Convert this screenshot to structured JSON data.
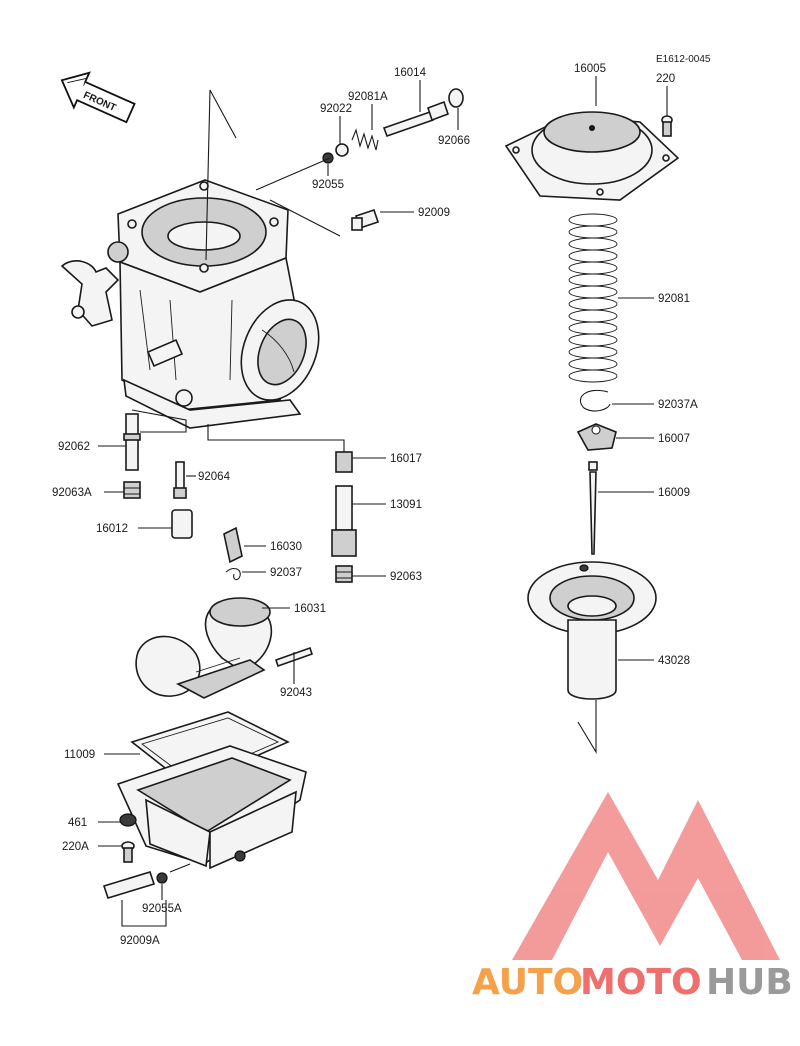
{
  "diagram_code": "E1612-0045",
  "front_label": "FRONT",
  "labels": {
    "p16014": "16014",
    "p92081A": "92081A",
    "p92022": "92022",
    "p92066": "92066",
    "p92055": "92055",
    "p92009": "92009",
    "p16005": "16005",
    "p220": "220",
    "p92081": "92081",
    "p92037A": "92037A",
    "p16007": "16007",
    "p16009": "16009",
    "p43028": "43028",
    "p92062": "92062",
    "p92064": "92064",
    "p92063A": "92063A",
    "p16012": "16012",
    "p16017": "16017",
    "p13091": "13091",
    "p16030": "16030",
    "p92037": "92037",
    "p92063": "92063",
    "p16031": "16031",
    "p92043": "92043",
    "p11009": "11009",
    "p461": "461",
    "p220A": "220A",
    "p92055A": "92055A",
    "p92009A": "92009A"
  },
  "watermark": {
    "part1": "AUTO",
    "part2": "MOTO",
    "part3": "HUB",
    "color_auto": "#f5a04a",
    "color_moto": "#ef6f6f",
    "color_hub": "#9a9a9a",
    "logo_color": "#f28a8a"
  }
}
